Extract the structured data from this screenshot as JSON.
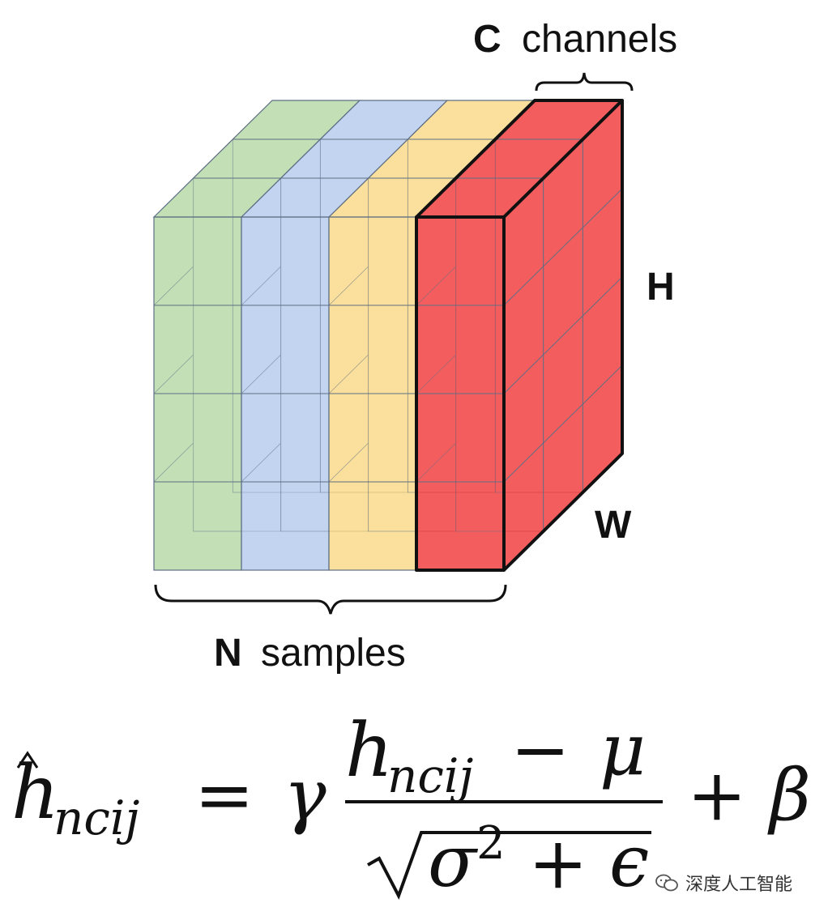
{
  "labels": {
    "channels_letter": "C",
    "channels_word": "channels",
    "height_letter": "H",
    "width_letter": "W",
    "samples_letter": "N",
    "samples_word": "samples"
  },
  "formula": {
    "lhs_base": "h",
    "lhs_sub": "ncij",
    "equals": "=",
    "gamma": "γ",
    "num_base": "h",
    "num_sub": "ncij",
    "minus": "−",
    "mu": "μ",
    "sigma": "σ",
    "sigma_exp": "2",
    "plus": "+",
    "epsilon": "ϵ",
    "plus2": "+",
    "beta": "β"
  },
  "watermark": {
    "text": "深度人工智能",
    "icon": "wechat-icon"
  },
  "colors": {
    "green": "#8fc47a",
    "blue": "#8fb0e3",
    "yellow": "#f5c64a",
    "red": "#f01e1e",
    "grid": "#5f6f85"
  },
  "diagram": {
    "samples_count": 4,
    "grid_rows": 4,
    "grid_cols": 3,
    "highlighted_sample": 4
  }
}
